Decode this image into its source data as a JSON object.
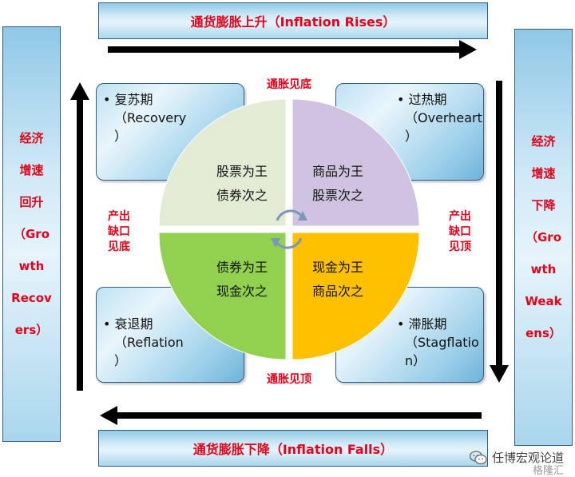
{
  "top_banner": "通货膨胀上升（Inflation Rises）",
  "bottom_banner": "通货膨胀下降（Inflation Falls）",
  "left_banner": [
    "经济",
    "增速",
    "回升",
    "（Gro",
    "wth",
    "Recov",
    "ers）"
  ],
  "right_banner": [
    "经济",
    "增速",
    "下降",
    "（Gro",
    "wth",
    "Weak",
    "ens）"
  ],
  "phases": {
    "recovery": [
      "• 复苏期",
      "（Recovery",
      "）"
    ],
    "overheat": [
      "• 过热期",
      "（Overheart",
      "）"
    ],
    "reflation": [
      "• 衰退期",
      "（Reflation",
      "）"
    ],
    "stagflation": [
      "• 滞胀期",
      "（Stagflatio",
      "n）"
    ]
  },
  "quadrants": {
    "top_left": [
      "股票为王",
      "债券次之"
    ],
    "top_right": [
      "商品为王",
      "股票次之"
    ],
    "bottom_left": [
      "债券为王",
      "现金次之"
    ],
    "bottom_right": [
      "现金为王",
      "商品次之"
    ]
  },
  "quadrant_colors": {
    "top_left": "#e2ebd3",
    "top_right": "#cfc3e0",
    "bottom_left": "#92d050",
    "bottom_right": "#ffc000"
  },
  "annotations": {
    "top": "通胀见底",
    "bottom": "通胀见顶",
    "left": [
      "产出",
      "缺口",
      "见底"
    ],
    "right": [
      "产出",
      "缺口",
      "见顶"
    ]
  },
  "watermark": {
    "text": "任博宏观论道",
    "logo": "格隆汇",
    "icon": "wechat-icon"
  }
}
